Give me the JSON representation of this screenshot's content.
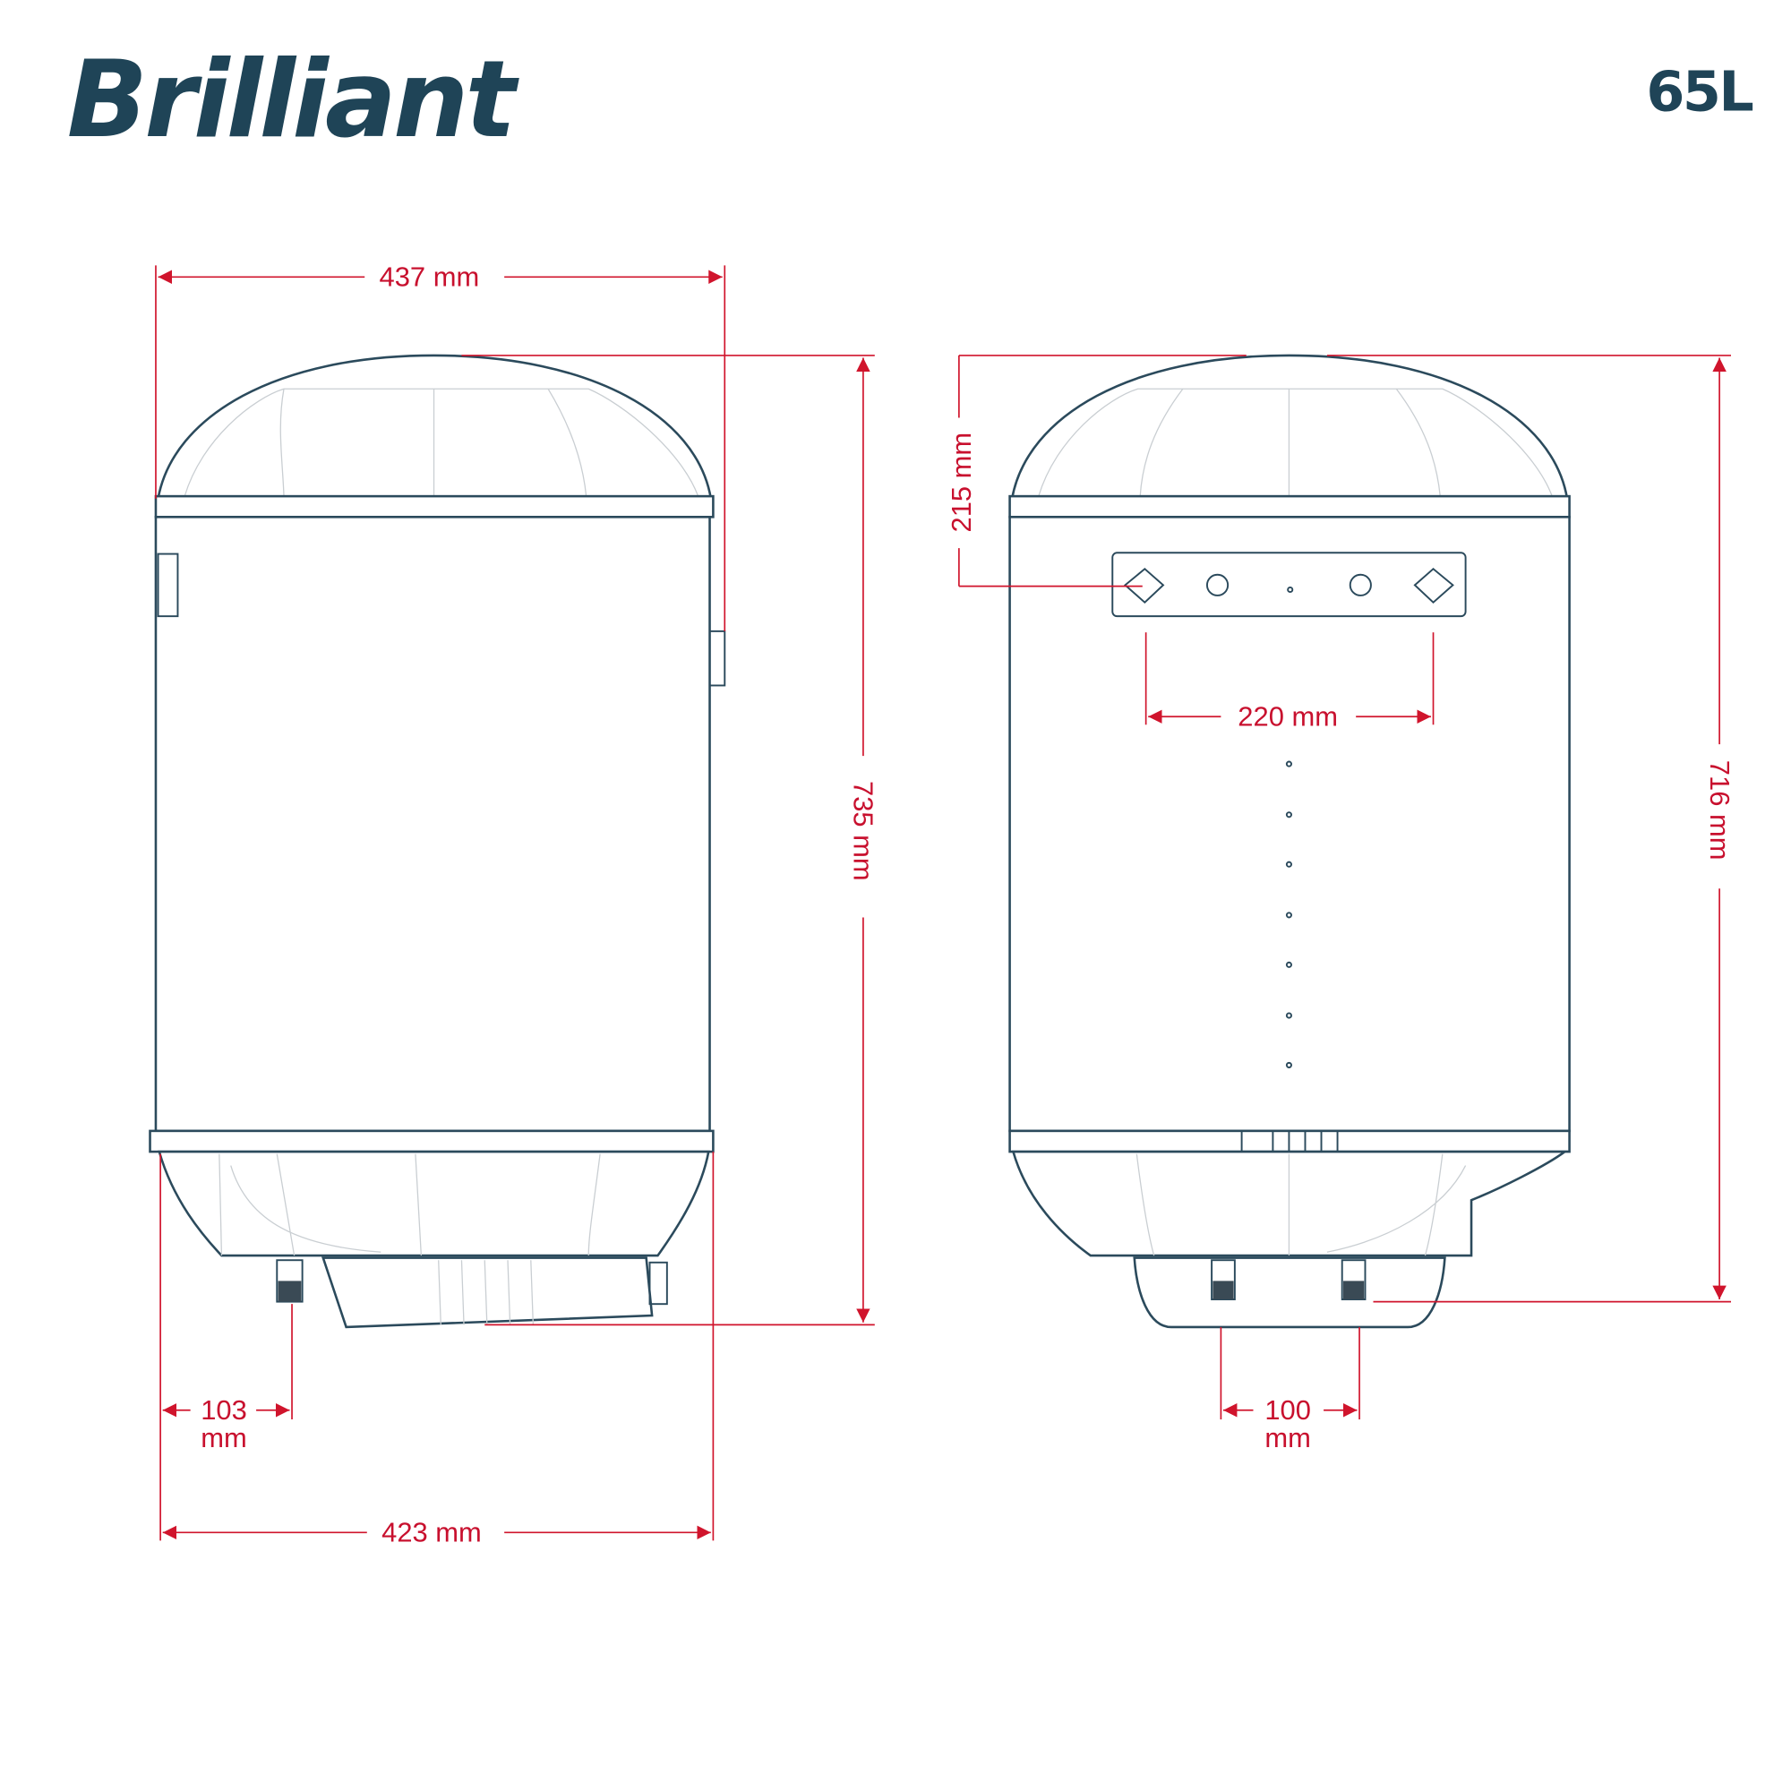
{
  "header": {
    "brand": "Brilliant",
    "model": "65L"
  },
  "dimensions": {
    "width_top": "437 mm",
    "height_left": "735 mm",
    "bracket_offset": "215 mm",
    "bracket_spacing": "220 mm",
    "height_right": "716 mm",
    "pipe_offset_value": "103",
    "pipe_offset_unit": "mm",
    "pipe_spacing_value": "100",
    "pipe_spacing_unit": "mm",
    "width_bottom": "423 mm"
  },
  "colors": {
    "brand": "#1f4457",
    "dimension": "#d0142c"
  }
}
